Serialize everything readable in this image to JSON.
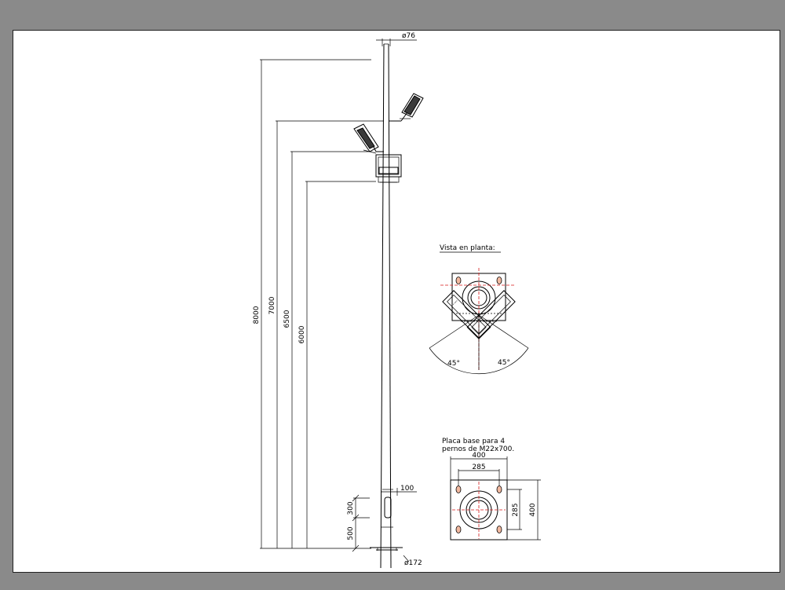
{
  "drawing": {
    "pole": {
      "diameter_top": "ø76",
      "diameter_base": "ø172",
      "dims": {
        "h_total": "8000",
        "h_upper_arm": "7000",
        "h_lower_arm": "6500",
        "h_bracket": "6000",
        "door_height": "300",
        "door_offset": "500",
        "door_width": "100"
      }
    },
    "plan_view": {
      "title": "Vista en planta:",
      "angle_left": "45°",
      "angle_right": "45°"
    },
    "base_plate": {
      "title_line1": "Placa base para 4",
      "title_line2": "pernos de M22x700.",
      "width": "400",
      "bolt_spacing_h": "285",
      "bolt_spacing_v": "285",
      "height": "400"
    },
    "colors": {
      "line": "#000000",
      "center_mark": "#d61a1a",
      "bolt_fill": "#f2b9a0",
      "sheet": "#ffffff",
      "frame": "#8a8a8a"
    }
  }
}
